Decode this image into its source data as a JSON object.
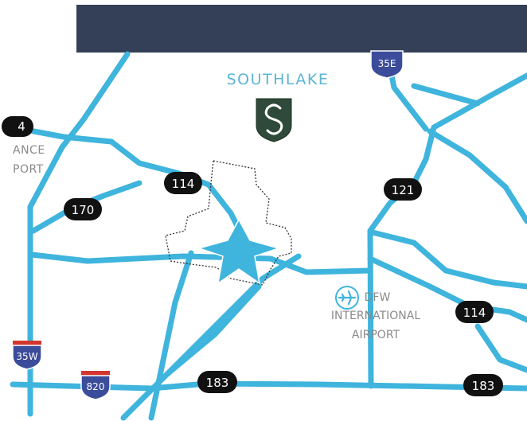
{
  "banner": {
    "title": "",
    "color": "#334058"
  },
  "colors": {
    "road": "#3fb4dd",
    "shield": "#111111",
    "shield_text": "#ffffff",
    "label": "#5bb5d6",
    "airport_text": "#8a8a8a",
    "crest": "#2f4a3a",
    "interstate_blue": "#3b4c9b",
    "interstate_red": "#d2362f",
    "star": "#3fb4dd"
  },
  "places": {
    "southlake": "SOUTHLAKE",
    "alliance_line1": "ANCE",
    "alliance_line2": "PORT",
    "airport_line1": "DFW",
    "airport_line2": "INTERNATIONAL",
    "airport_line3": "AIRPORT"
  },
  "highways": {
    "hw_114_west": "114",
    "hw_114_east": "114",
    "hw_170": "170",
    "hw_121": "121",
    "hw_183_west": "183",
    "hw_183_east": "183",
    "hw_4_partial": "4"
  },
  "interstates": {
    "i35e": "35E",
    "i35w": "35W",
    "i820": "820"
  },
  "icons": {
    "crest": "southlake-crest-icon",
    "airport": "airplane-icon",
    "site": "star-marker-icon"
  }
}
